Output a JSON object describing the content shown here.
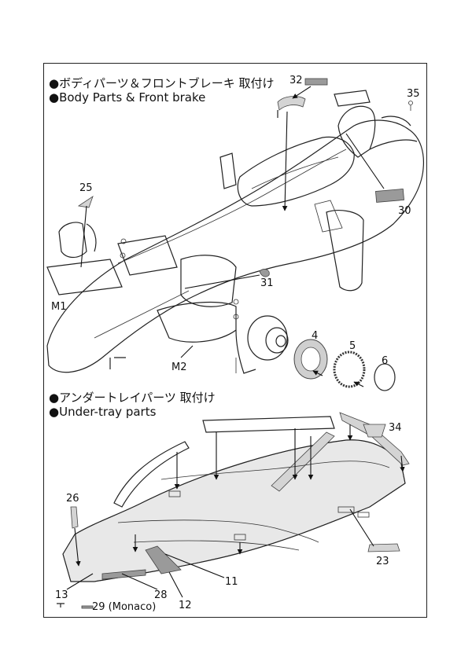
{
  "sections": {
    "body": {
      "title_jp": "●ボディパーツ＆フロントブレーキ 取付け",
      "title_en": "●Body Parts & Front brake"
    },
    "undertray": {
      "title_jp": "●アンダートレイパーツ 取付け",
      "title_en": "●Under-tray parts"
    }
  },
  "labels": {
    "p32": "32",
    "p35": "35",
    "p25": "25",
    "p30": "30",
    "p31": "31",
    "m1": "M1",
    "m2": "M2",
    "p4": "4",
    "p5": "5",
    "p6": "6",
    "p34": "34",
    "p26": "26",
    "p23": "23",
    "p11": "11",
    "p13": "13",
    "p28": "28",
    "p29": "29 (Monaco)",
    "p12": "12"
  }
}
